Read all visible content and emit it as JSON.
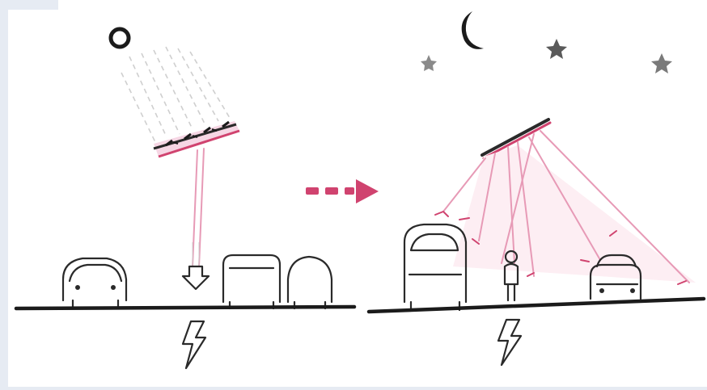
{
  "scene": {
    "background_color": "#ffffff",
    "frame_color": "#e6ebf3",
    "accent_color": "#d0436f",
    "beam_color": "#e79ab6",
    "ink_color": "#2a2a2a"
  },
  "left_panel": {
    "icons": [
      "sun-icon",
      "solar-panel",
      "light-pole",
      "lightning-bolt-icon",
      "car-icon",
      "car-icon",
      "car-icon"
    ]
  },
  "transition": {
    "icons": [
      "dashed-arrow-icon"
    ]
  },
  "right_panel": {
    "icons": [
      "moon-icon",
      "star-icon",
      "star-icon",
      "star-icon",
      "street-lamp",
      "lightning-bolt-icon",
      "bus-icon",
      "pedestrian-icon",
      "car-icon"
    ]
  }
}
